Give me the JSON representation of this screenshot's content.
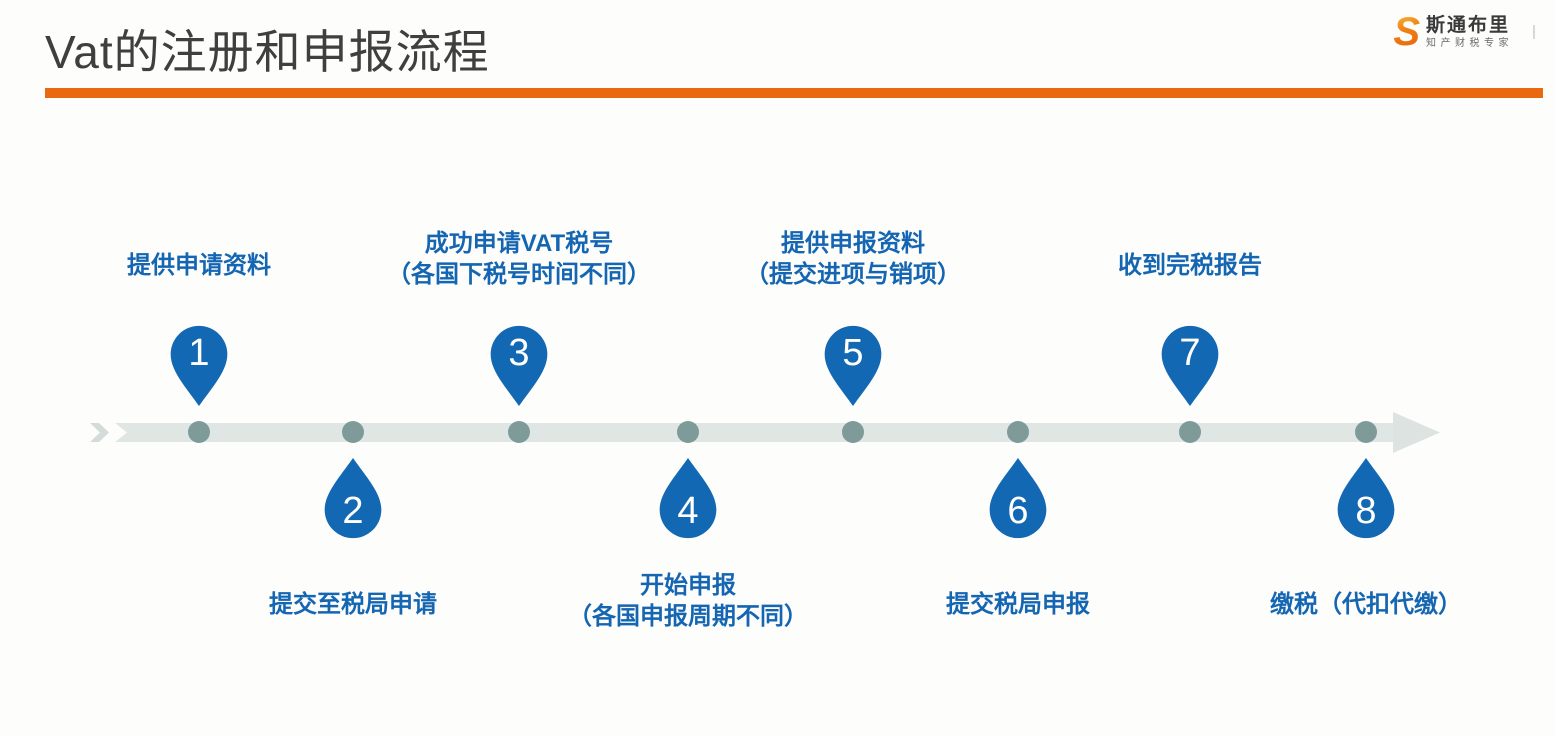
{
  "title": "Vat的注册和申报流程",
  "logo": {
    "mark": "S",
    "brand": "斯通布里",
    "tagline": "知产财税专家"
  },
  "colors": {
    "accent_orange": "#EA680E",
    "pin_blue": "#1268B2",
    "label_blue": "#1566B2",
    "title_gray": "#3F3F3F",
    "band_gray": "#E0E6E4",
    "dot_gray": "#7E9B99"
  },
  "steps": [
    {
      "number": "1",
      "position": "above",
      "label_lines": [
        "提供申请资料"
      ]
    },
    {
      "number": "2",
      "position": "below",
      "label_lines": [
        "提交至税局申请"
      ]
    },
    {
      "number": "3",
      "position": "above",
      "label_lines": [
        "成功申请VAT税号",
        "（各国下税号时间不同）"
      ]
    },
    {
      "number": "4",
      "position": "below",
      "label_lines": [
        "开始申报",
        "（各国申报周期不同）"
      ]
    },
    {
      "number": "5",
      "position": "above",
      "label_lines": [
        "提供申报资料",
        "（提交进项与销项）"
      ]
    },
    {
      "number": "6",
      "position": "below",
      "label_lines": [
        "提交税局申报"
      ]
    },
    {
      "number": "7",
      "position": "above",
      "label_lines": [
        "收到完税报告"
      ]
    },
    {
      "number": "8",
      "position": "below",
      "label_lines": [
        "缴税（代扣代缴）"
      ]
    }
  ]
}
